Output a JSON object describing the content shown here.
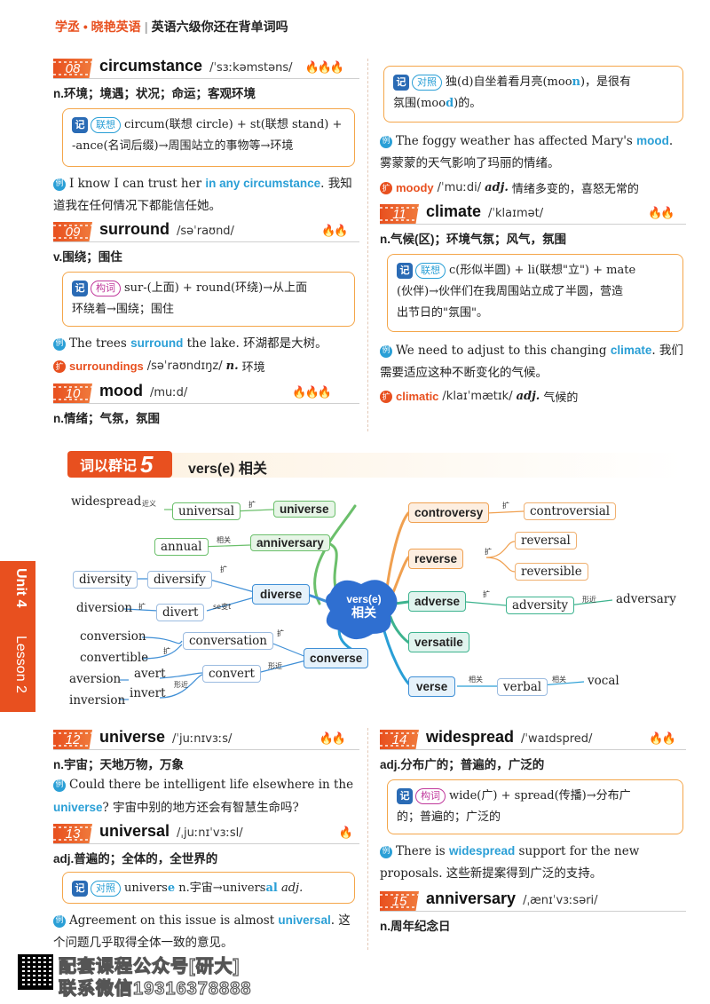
{
  "header": {
    "brand": "学丞 • 晓艳英语",
    "sep": "|",
    "title": "英语六级你还在背单词吗"
  },
  "sidebar": {
    "unit": "Unit 4",
    "lesson": "Lesson 2"
  },
  "entries": {
    "e08": {
      "num": "08",
      "word": "circumstance",
      "phon": "/ˈsɜːkəmstəns/",
      "pos": "n.",
      "def": "环境；境遇；状况；命运；客观环境",
      "tag": "联想",
      "tag_line1": "circum(联想 circle) + st(联想 stand) +",
      "tag_line2": "-ance(名词后缀)→周围站立的事物等→环境",
      "ex_a": "I know I can trust her ",
      "ex_hl": "in any circumstance",
      "ex_b": ". 我知",
      "ex_line2": "道我在任何情况下都能信任她。"
    },
    "e09": {
      "num": "09",
      "word": "surround",
      "phon": "/səˈraʊnd/",
      "pos": "v.",
      "def": "围绕；围住",
      "tag": "构词",
      "tag_line1": "sur-(上面) + round(环绕)→从上面",
      "tag_line2": "环绕着→围绕；围住",
      "ex_a": "The trees ",
      "ex_hl": "surround",
      "ex_b": " the lake. 环湖都是大树。",
      "ext_word": "surroundings",
      "ext_phon": "/səˈraʊndɪŋz/",
      "ext_pos": "n.",
      "ext_def": "环境"
    },
    "e10": {
      "num": "10",
      "word": "mood",
      "phon": "/muːd/",
      "pos": "n.",
      "def": "情绪；气氛，氛围",
      "tag": "对照",
      "tag_a": "独(d)自坐着看月亮(moo",
      "tag_b": "n",
      "tag_c": ")，是很有",
      "tag_line2a": "氛围(moo",
      "tag_line2b": "d",
      "tag_line2c": ")的。",
      "ex_a": "The foggy weather has affected Mary's ",
      "ex_hl": "mood",
      "ex_b": ".",
      "ex_line2": "雾蒙蒙的天气影响了玛丽的情绪。",
      "ext_word": "moody",
      "ext_phon": "/ˈmuːdi/",
      "ext_pos": "adj.",
      "ext_def": "情绪多变的，喜怒无常的"
    },
    "e11": {
      "num": "11",
      "word": "climate",
      "phon": "/ˈklaɪmət/",
      "pos": "n.",
      "def": "气候(区)；环境气氛；风气，氛围",
      "tag": "联想",
      "tag_line1": "c(形似半圆) + li(联想\"立\") + mate",
      "tag_line2": "(伙伴)→伙伴们在我周围站立成了半圆，营造",
      "tag_line3": "出节日的\"氛围\"。",
      "ex_a": "We need to adjust to this changing ",
      "ex_hl": "climate",
      "ex_b": ". 我们",
      "ex_line2": "需要适应这种不断变化的气候。",
      "ext_word": "climatic",
      "ext_phon": "/klaɪˈmætɪk/",
      "ext_pos": "adj.",
      "ext_def": "气候的"
    },
    "e12": {
      "num": "12",
      "word": "universe",
      "phon": "/ˈjuːnɪvɜːs/",
      "pos": "n.",
      "def": "宇宙；天地万物，万象",
      "ex_a": "Could there be intelligent life elsewhere in the",
      "ex_hl": "universe",
      "ex_b": "? 宇宙中别的地方还会有智慧生命吗?"
    },
    "e13": {
      "num": "13",
      "word": "universal",
      "phon": "/ˌjuːnɪˈvɜːsl/",
      "pos": "adj.",
      "def": "普遍的；全体的，全世界的",
      "tag": "对照",
      "tag_a": "univers",
      "tag_b": "e",
      "tag_c": " n.宇宙→univers",
      "tag_d": "al",
      "tag_e": " adj.",
      "ex_a": "Agreement on this issue is almost ",
      "ex_hl": "universal",
      "ex_b": ". 这",
      "ex_line2": "个问题几乎取得全体一致的意见。"
    },
    "e14": {
      "num": "14",
      "word": "widespread",
      "phon": "/ˈwaɪdspred/",
      "pos": "adj.",
      "def": "分布广的；普遍的，广泛的",
      "tag": "构词",
      "tag_line1": "wide(广) + spread(传播)→分布广",
      "tag_line2": "的；普遍的；广泛的",
      "ex_a": "There is ",
      "ex_hl": "widespread",
      "ex_b": " support for the new",
      "ex_line2": "proposals. 这些新提案得到广泛的支持。"
    },
    "e15": {
      "num": "15",
      "word": "anniversary",
      "phon": "/ˌænɪˈvɜːsəri/",
      "pos": "n.",
      "def": "周年纪念日"
    }
  },
  "group": {
    "label": "词以群记",
    "num": "5",
    "title": "vers(e) 相关",
    "center_top": "vers(e)",
    "center_bot": "相关"
  },
  "mindmap": {
    "universe": "universe",
    "universal": "universal",
    "widespread": "widespread",
    "annual": "annual",
    "anniversary": "anniversary",
    "diverse": "diverse",
    "diversity": "diversity",
    "diversify": "diversify",
    "diversion": "diversion",
    "divert": "divert",
    "converse": "converse",
    "conversation": "conversation",
    "conversion": "conversion",
    "convertible": "convertible",
    "convert": "convert",
    "avert": "avert",
    "aversion": "aversion",
    "invert": "invert",
    "inversion": "inversion",
    "controversy": "controversy",
    "controversial": "controversial",
    "reverse": "reverse",
    "reversal": "reversal",
    "reversible": "reversible",
    "adverse": "adverse",
    "adversity": "adversity",
    "adversary": "adversary",
    "versatile": "versatile",
    "verse": "verse",
    "verbal": "verbal",
    "vocal": "vocal",
    "lbl_jinyi": "近义",
    "lbl_kuo": "扩",
    "lbl_xiangguan": "相关",
    "lbl_xingjin": "形近",
    "lbl_sebian": "se变t"
  },
  "footer": {
    "line1": "配套课程公众号[研大]",
    "line2": "联系微信19316378888"
  },
  "colors": {
    "accent": "#e8501f",
    "highlight": "#2a9fd6"
  }
}
